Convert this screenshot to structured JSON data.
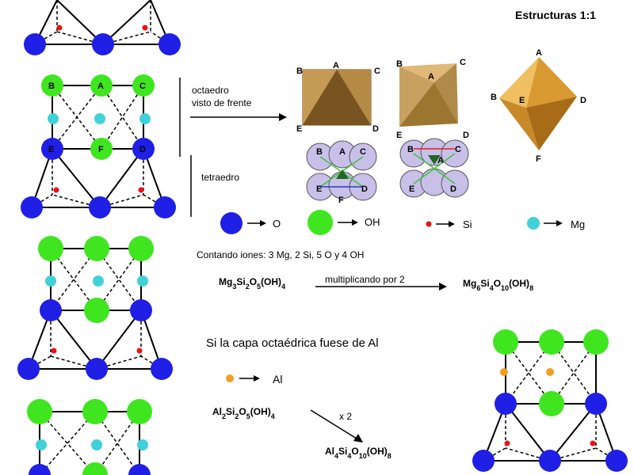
{
  "title": "Estructuras 1:1",
  "octahedron_caption": [
    "octaedro",
    "visto de frente"
  ],
  "tetrahedron_caption": "tetraedro",
  "node_labels": {
    "A": "A",
    "B": "B",
    "C": "C",
    "D": "D",
    "E": "E",
    "F": "F"
  },
  "legend": [
    {
      "symbol": "blue-circle",
      "text": "O",
      "color": "#1f1fe6"
    },
    {
      "symbol": "green-circle",
      "text": "OH",
      "color": "#3fe61f"
    },
    {
      "symbol": "red-dot",
      "text": "Si",
      "color": "#ee1111"
    },
    {
      "symbol": "cyan-dot",
      "text": "Mg",
      "color": "#40d0d8"
    }
  ],
  "ion_count": "Contando iones: 3 Mg, 2 Si, 5 O y 4 OH",
  "mg_formula": {
    "base": [
      "Mg",
      "3",
      "Si",
      "2",
      "O",
      "5",
      "(OH)",
      "4"
    ],
    "result": [
      "Mg",
      "6",
      "Si",
      "4",
      "O",
      "10",
      "(OH)",
      "8"
    ],
    "arrow_label": "multiplicando por 2"
  },
  "al_heading": "Si la capa octaédrica fuese de Al",
  "al_legend": {
    "symbol": "orange-dot",
    "text": "Al",
    "color": "#f0a020"
  },
  "al_formula": {
    "base": [
      "Al",
      "2",
      "Si",
      "2",
      "O",
      "5",
      "(OH)",
      "4"
    ],
    "result": [
      "Al",
      "4",
      "Si",
      "4",
      "O",
      "10",
      "(OH)",
      "8"
    ],
    "arrow_label": "x 2"
  },
  "colors": {
    "oxygen": "#1f1fe6",
    "hydroxyl": "#3fe61f",
    "silicon": "#ee1111",
    "magnesium": "#40d0d8",
    "aluminium": "#f0a020",
    "octa_gold": "#c9a060"
  }
}
